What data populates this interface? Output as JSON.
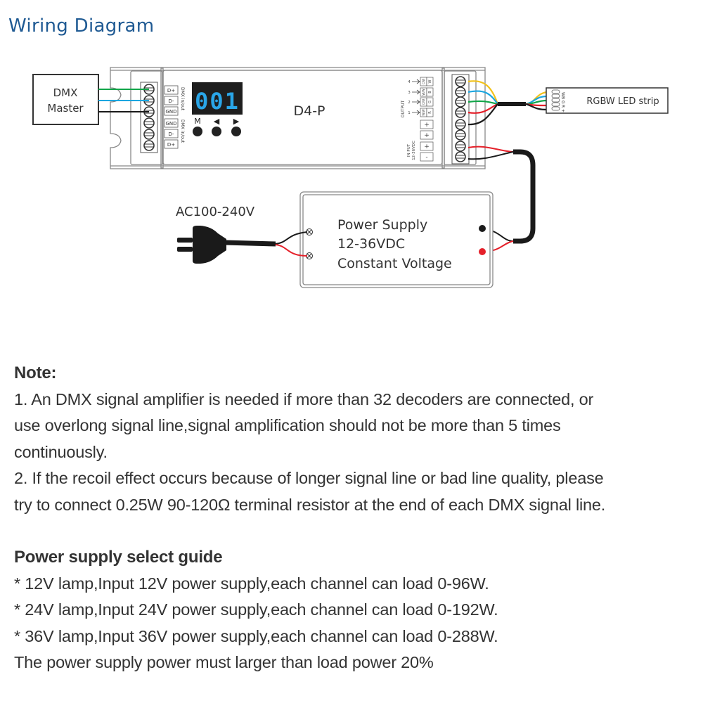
{
  "title": "Wiring Diagram",
  "diagram": {
    "dmx_master": {
      "line1": "DMX",
      "line2": "Master"
    },
    "decoder": {
      "model": "D4-P",
      "display_value": "001",
      "buttons": [
        "M",
        "◀",
        "▶"
      ],
      "dmx_terminals_top": [
        "D+",
        "D-",
        "GND"
      ],
      "dmx_terminals_bottom": [
        "GND",
        "D-",
        "D+"
      ],
      "dmx_label_top": "DMX in/out",
      "dmx_label_bottom": "DMX in/out",
      "output_label": "OUTPUT",
      "output_channels": [
        {
          "num": "4",
          "tag": "C/W",
          "color": "W"
        },
        {
          "num": "3",
          "tag": "W/W",
          "color": "B"
        },
        {
          "num": "2",
          "tag": "C/W",
          "color": "G"
        },
        {
          "num": "1",
          "tag": "W/W",
          "color": "R"
        }
      ],
      "plus_terminals": [
        "+",
        "+",
        "+"
      ],
      "minus_terminal": "-",
      "input_label_1": "IN PUT",
      "input_label_2": "12-36VDC"
    },
    "led_strip": {
      "label": "RGBW LED strip",
      "pins": [
        "W",
        "B",
        "G",
        "R",
        "+"
      ]
    },
    "ac_label": "AC100-240V",
    "power_supply": {
      "line1": "Power Supply",
      "line2": "12-36VDC",
      "line3": "Constant Voltage"
    },
    "wire_colors": {
      "white": "#f2c21b",
      "blue": "#1ba6e0",
      "green": "#12a64a",
      "red": "#e5202a",
      "black": "#1a1a1a"
    },
    "display_color": "#2aa6e8"
  },
  "notes": {
    "heading": "Note:",
    "lines": [
      "1. An DMX signal amplifier is needed if more than 32 decoders are connected, or",
      "use overlong signal line,signal amplification should not be more than 5 times",
      "continuously.",
      "2. If the recoil effect occurs because of longer signal line or bad line quality, please",
      "try to connect 0.25W 90-120Ω terminal resistor at the end of each DMX signal line."
    ]
  },
  "guide": {
    "heading": "Power supply select guide",
    "lines": [
      "* 12V lamp,Input 12V power supply,each channel can load 0-96W.",
      "* 24V lamp,Input 24V power supply,each channel can load 0-192W.",
      "* 36V lamp,Input 36V power supply,each channel can load 0-288W.",
      "The power supply power must larger than load power 20%"
    ]
  }
}
